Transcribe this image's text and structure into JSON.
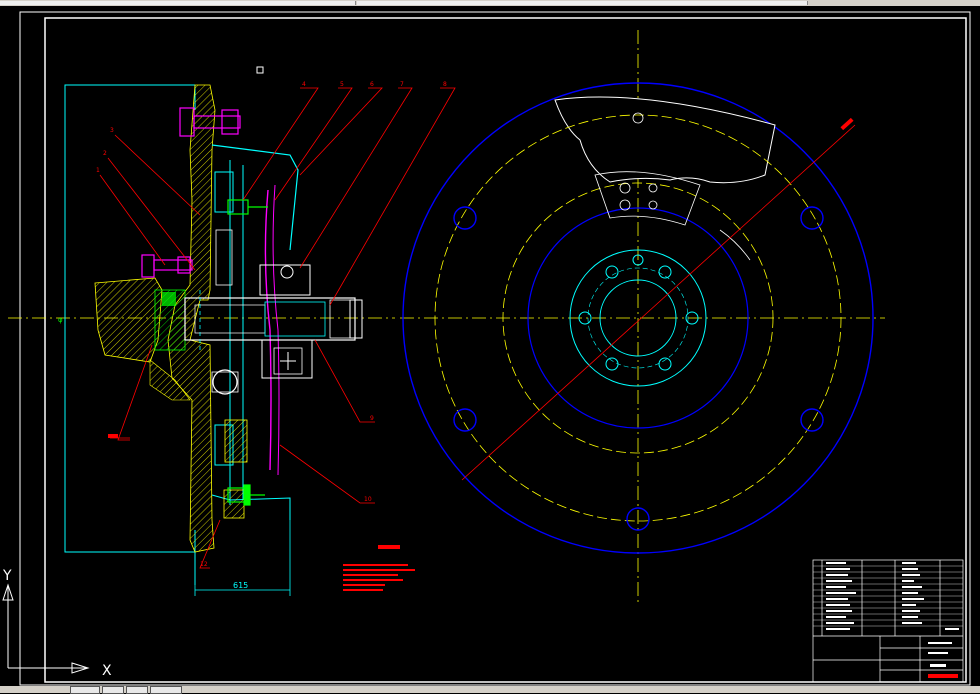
{
  "colors": {
    "background": "#000000",
    "frame": "#ffffff",
    "centerline": "#ffff00",
    "outline_blue": "#0000ff",
    "cyan": "#00ffff",
    "magenta": "#ff00ff",
    "green": "#00ff00",
    "red": "#ff0000",
    "hatch_yellow": "#ffff00"
  },
  "drawing": {
    "balloons": [
      "1",
      "2",
      "3",
      "4",
      "5",
      "6",
      "7",
      "8",
      "9",
      "10",
      "12"
    ],
    "dimension_width": "615"
  },
  "ucs": {
    "x_label": "X",
    "y_label": "Y"
  }
}
